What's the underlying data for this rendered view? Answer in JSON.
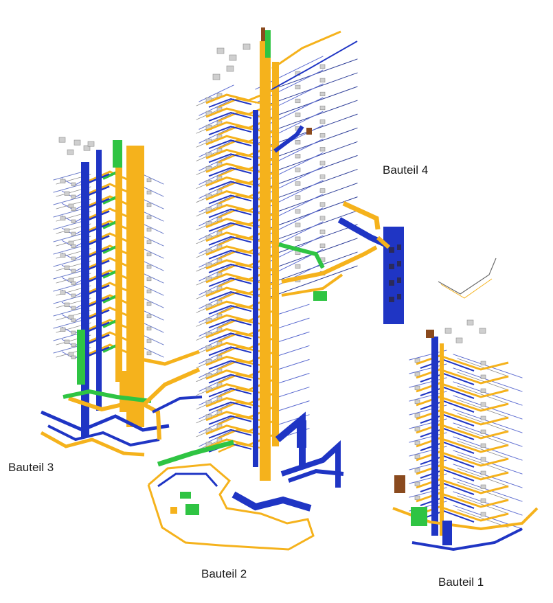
{
  "labels": {
    "bauteil_4": "Bauteil 4",
    "bauteil_3": "Bauteil 3",
    "bauteil_2": "Bauteil 2",
    "bauteil_1": "Bauteil 1"
  },
  "colors": {
    "supply_pipe": "#f5b21c",
    "return_pipe": "#1f35c4",
    "ventilation_duct": "#2fc443",
    "grey_fixture": "#b8b8b8",
    "brown_component": "#8a4a1e",
    "background": "#ffffff"
  },
  "buildings": [
    {
      "id": "bauteil_3",
      "floors": 15
    },
    {
      "id": "bauteil_2",
      "floors": 26
    },
    {
      "id": "bauteil_1",
      "floors": 12
    },
    {
      "id": "bauteil_4",
      "floors": 0
    }
  ]
}
